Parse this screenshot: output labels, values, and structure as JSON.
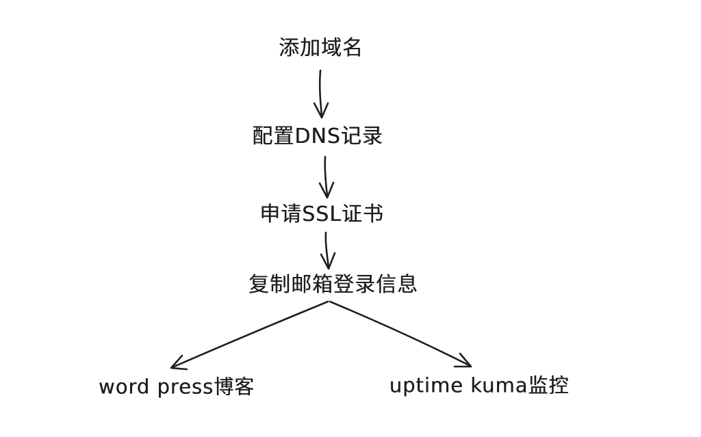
{
  "diagram": {
    "type": "flowchart",
    "style": "hand-drawn",
    "background_color": "#ffffff",
    "stroke_color": "#1e1e1e",
    "nodes": [
      {
        "id": "add-domain",
        "label": "添加域名"
      },
      {
        "id": "dns-record",
        "label": "配置DNS记录"
      },
      {
        "id": "ssl-cert",
        "label": "申请SSL证书"
      },
      {
        "id": "mail-login",
        "label": "复制邮箱登录信息"
      },
      {
        "id": "wordpress",
        "label": "word press博客"
      },
      {
        "id": "uptime-kuma",
        "label": "uptime kuma监控"
      }
    ],
    "edges": [
      {
        "from": "add-domain",
        "to": "dns-record",
        "arrow": "down"
      },
      {
        "from": "dns-record",
        "to": "ssl-cert",
        "arrow": "down"
      },
      {
        "from": "ssl-cert",
        "to": "mail-login",
        "arrow": "down"
      },
      {
        "from": "mail-login",
        "to": "wordpress",
        "arrow": "down-left"
      },
      {
        "from": "mail-login",
        "to": "uptime-kuma",
        "arrow": "down-right"
      }
    ]
  }
}
